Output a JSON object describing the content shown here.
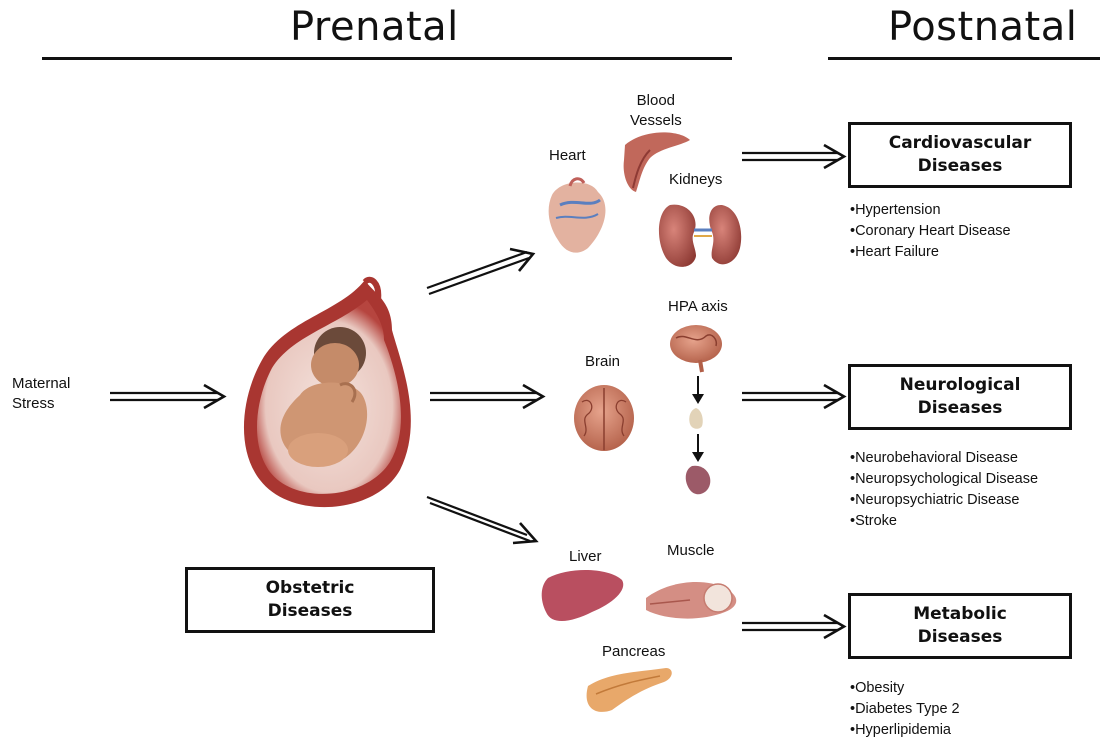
{
  "headings": {
    "prenatal": "Prenatal",
    "postnatal": "Postnatal"
  },
  "maternal_stress": {
    "line1": "Maternal",
    "line2": "Stress"
  },
  "organs": {
    "heart": "Heart",
    "blood_vessels_1": "Blood",
    "blood_vessels_2": "Vessels",
    "kidneys": "Kidneys",
    "hpa_axis": "HPA axis",
    "brain": "Brain",
    "liver": "Liver",
    "muscle": "Muscle",
    "pancreas": "Pancreas"
  },
  "boxes": {
    "cardiovascular": {
      "line1": "Cardiovascular",
      "line2": "Diseases"
    },
    "neurological": {
      "line1": "Neurological",
      "line2": "Diseases"
    },
    "metabolic": {
      "line1": "Metabolic",
      "line2": "Diseases"
    },
    "obstetric": {
      "line1": "Obstetric",
      "line2": "Diseases"
    }
  },
  "lists": {
    "cardiovascular": [
      "Hypertension",
      "Coronary Heart Disease",
      "Heart Failure"
    ],
    "neurological": [
      "Neurobehavioral Disease",
      "Neuropsychological Disease",
      "Neuropsychiatric Disease",
      "Stroke"
    ],
    "metabolic": [
      "Obesity",
      "Diabetes Type 2",
      "Hyperlipidemia"
    ]
  },
  "colors": {
    "ink": "#111111",
    "tissue": "#c96b5c",
    "tissue_dark": "#8e3a34",
    "skin": "#d9a07c",
    "brain": "#c97a62",
    "pancreas": "#e8a86a"
  }
}
